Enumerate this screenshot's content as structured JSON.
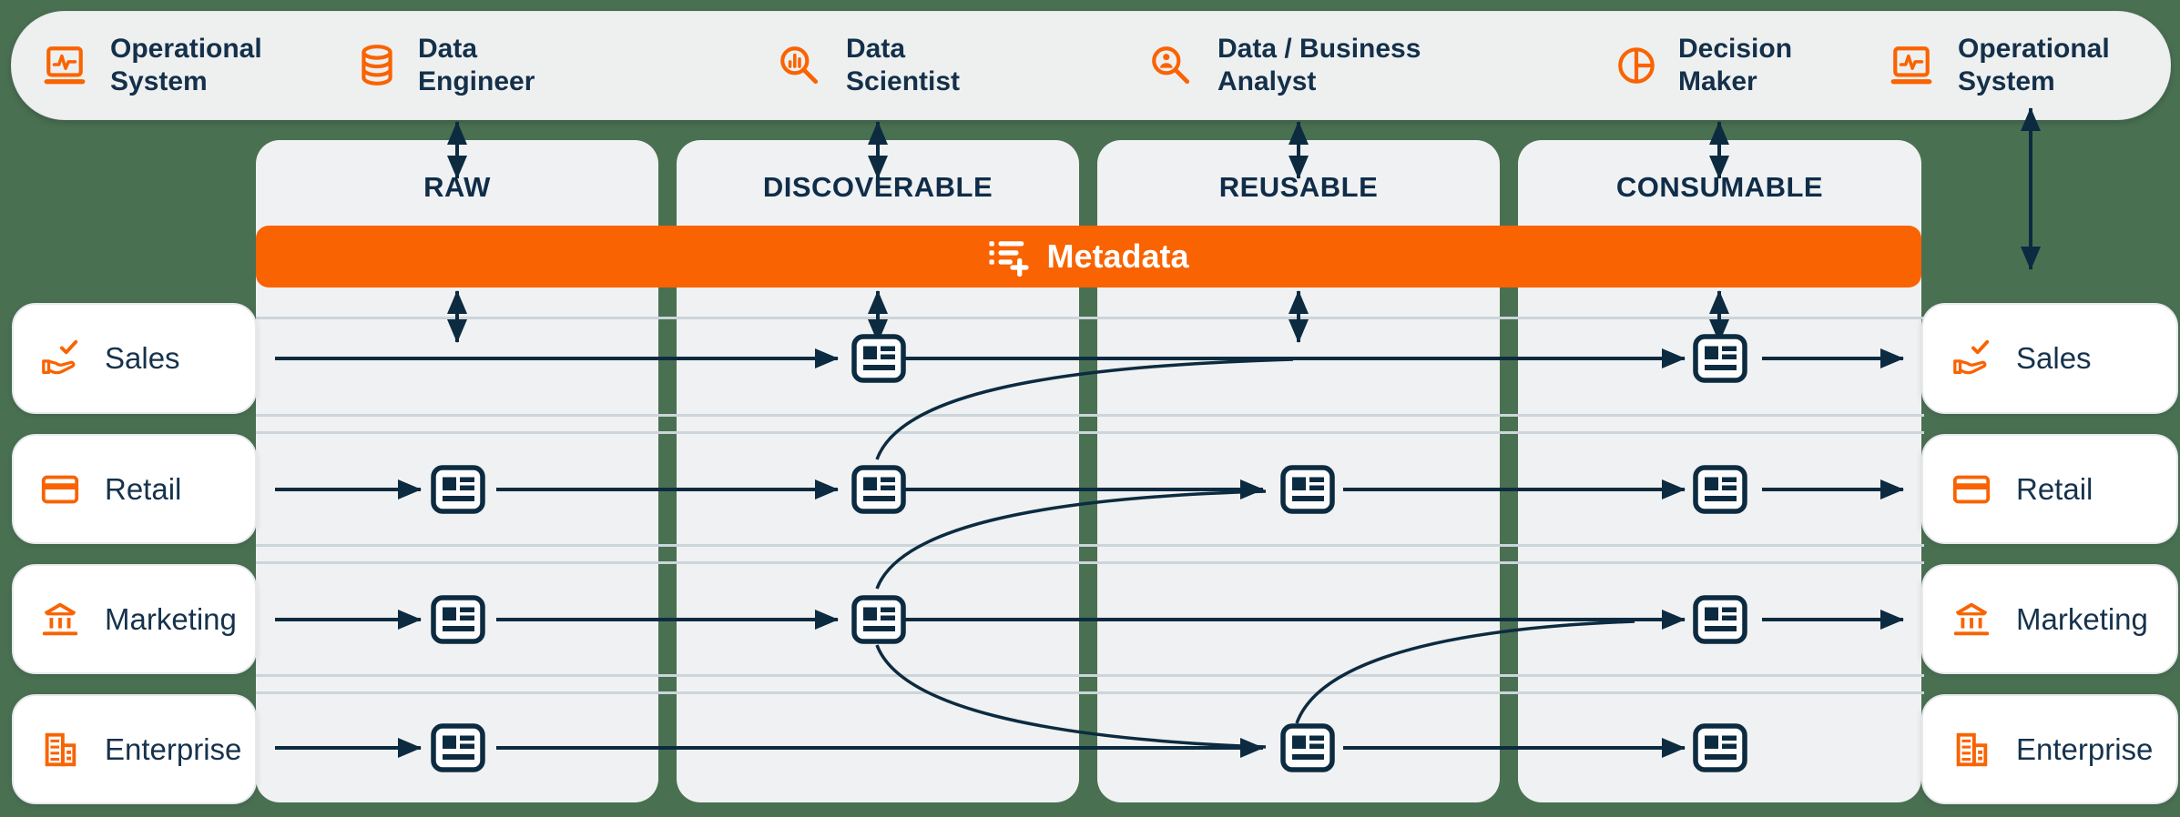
{
  "colors": {
    "background": "#4A7052",
    "panel_gray": "#F0F1F2",
    "banner_gray": "#EEF0F0",
    "accent_orange": "#F96301",
    "navy": "#0C2B40",
    "divider": "#CCD5DA",
    "pill_white": "#FFFFFF"
  },
  "top_banner": {
    "items": [
      {
        "label": "Operational System",
        "icon": "operational-system-icon"
      },
      {
        "label": "Data Engineer",
        "icon": "data-engineer-icon"
      },
      {
        "label": "Data Scientist",
        "icon": "data-scientist-icon"
      },
      {
        "label": "Data / Business Analyst",
        "icon": "data-business-analyst-icon"
      },
      {
        "label": "Decision Maker",
        "icon": "decision-maker-icon"
      },
      {
        "label": "Operational System",
        "icon": "operational-system-icon"
      }
    ]
  },
  "stages": [
    {
      "label": "RAW"
    },
    {
      "label": "DISCOVERABLE"
    },
    {
      "label": "REUSABLE"
    },
    {
      "label": "CONSUMABLE"
    }
  ],
  "metadata_bar": {
    "label": "Metadata",
    "icon": "metadata-list-add-icon"
  },
  "domains": [
    {
      "label": "Sales",
      "icon": "sales-hand-check-icon"
    },
    {
      "label": "Retail",
      "icon": "retail-card-icon"
    },
    {
      "label": "Marketing",
      "icon": "marketing-bank-icon"
    },
    {
      "label": "Enterprise",
      "icon": "enterprise-building-icon"
    }
  ],
  "data_products": {
    "raw": [
      "Retail",
      "Marketing",
      "Enterprise"
    ],
    "discoverable": [
      "Sales",
      "Retail",
      "Marketing"
    ],
    "reusable": [
      "Retail",
      "Enterprise"
    ],
    "consumable": [
      "Sales",
      "Retail",
      "Marketing",
      "Enterprise"
    ]
  },
  "cross_stage_links": [
    {
      "from": "Retail / Discoverable",
      "to": "Sales row toward Consumable"
    },
    {
      "from": "Marketing / Discoverable",
      "to": "Retail / Reusable"
    },
    {
      "from": "Marketing / Discoverable",
      "to": "Enterprise / Reusable"
    },
    {
      "from": "Enterprise / Reusable",
      "to": "Marketing / Consumable"
    }
  ]
}
